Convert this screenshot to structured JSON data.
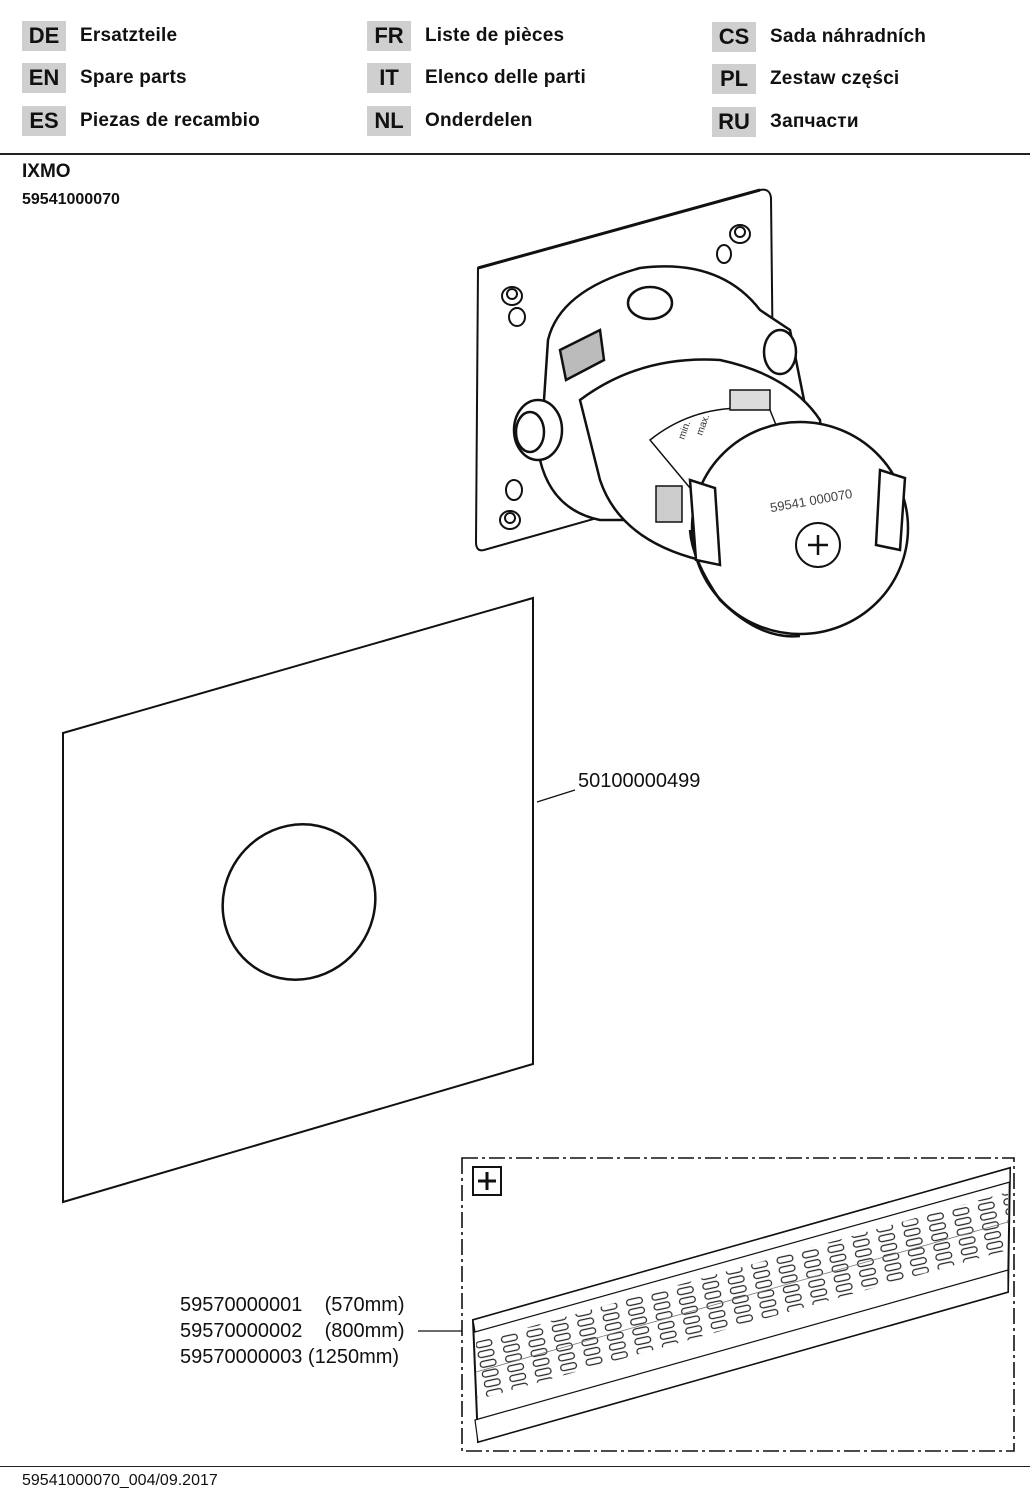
{
  "languages": [
    {
      "code": "DE",
      "name": "Ersatzteile"
    },
    {
      "code": "EN",
      "name": "Spare parts"
    },
    {
      "code": "ES",
      "name": "Piezas de recambio"
    },
    {
      "code": "FR",
      "name": "Liste de pièces"
    },
    {
      "code": "IT",
      "name": "Elenco delle parti"
    },
    {
      "code": "NL",
      "name": "Onderdelen"
    },
    {
      "code": "CS",
      "name": "Sada náhradních"
    },
    {
      "code": "PL",
      "name": "Zestaw części"
    },
    {
      "code": "RU",
      "name": "Запчасти"
    }
  ],
  "product": {
    "name": "IXMO",
    "number": "59541000070"
  },
  "body_marking": "59541 000070",
  "valve_labels": {
    "min": "min.",
    "max": "max."
  },
  "parts": {
    "seal_plate": "50100000499",
    "rail_570": "59570000001    (570mm)",
    "rail_800": "59570000002    (800mm)",
    "rail_1250": "59570000003 (1250mm)"
  },
  "footer": {
    "reference": "59541000070_004/09.2017"
  }
}
